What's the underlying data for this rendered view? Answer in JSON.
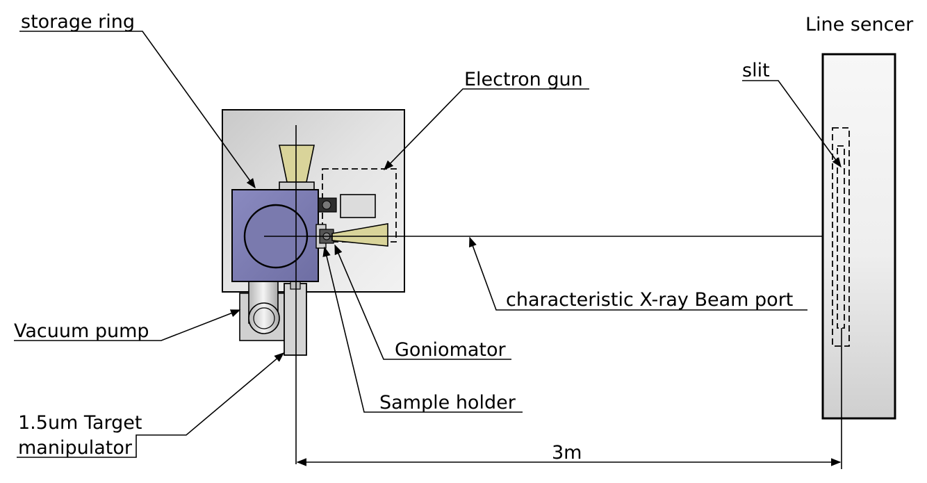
{
  "labels": {
    "storage_ring": "storage ring",
    "electron_gun": "Electron gun",
    "line_sensor": "Line sencer",
    "slit": "slit",
    "beam_port": "characteristic X-ray Beam port",
    "vacuum_pump": "Vacuum pump",
    "goniomator": "Goniomator",
    "sample_holder": "Sample holder",
    "target_line1": "1.5um Target",
    "target_line2": "manipulator",
    "distance": "3m"
  },
  "colors": {
    "chamber": "#7f7fb0",
    "horn": "#d9d49a",
    "panel": "#dedede",
    "component": "#d6d6d6",
    "line": "#000000"
  }
}
